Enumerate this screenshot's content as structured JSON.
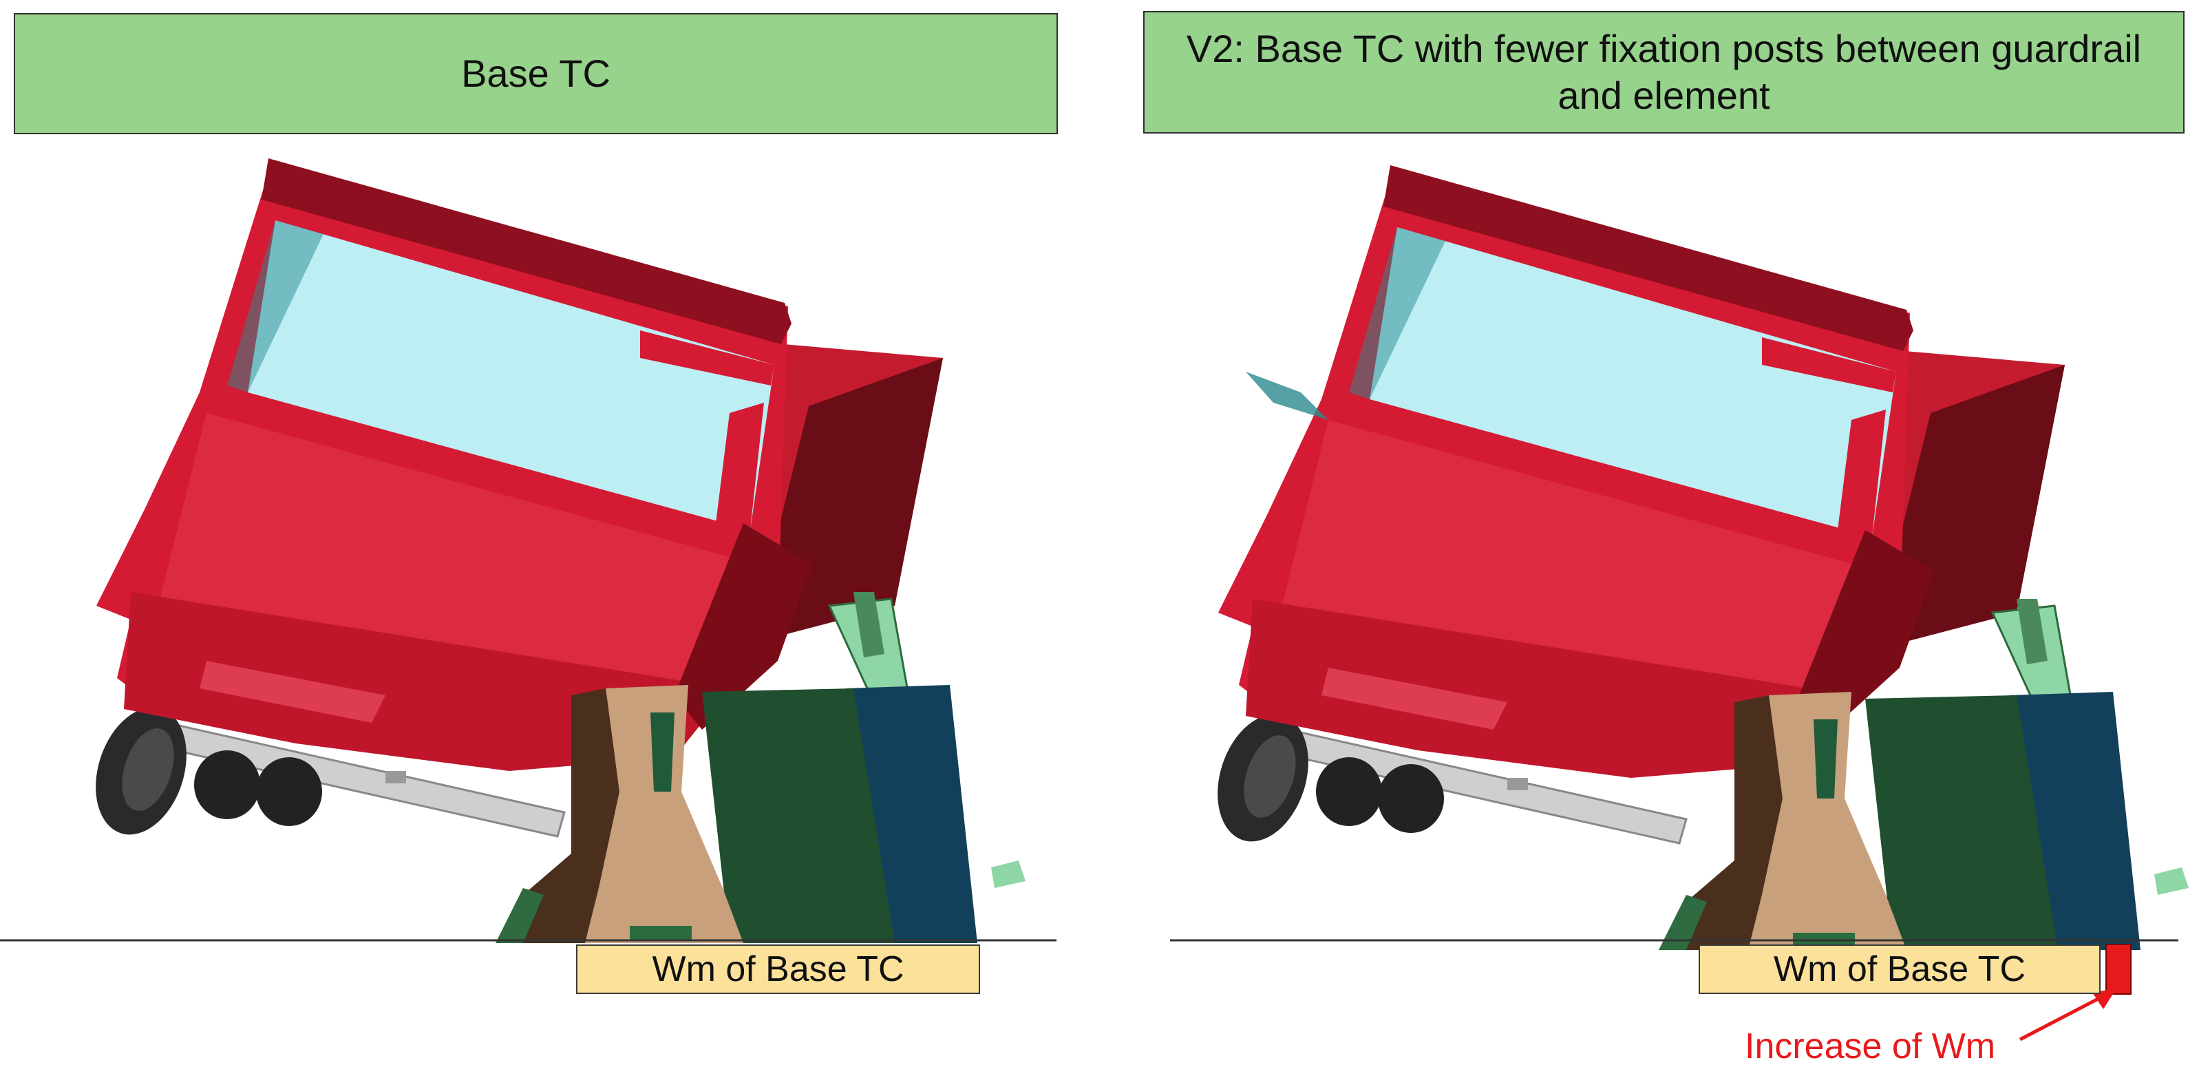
{
  "panels": {
    "left": {
      "title": "Base TC",
      "width_label": "Wm of Base TC"
    },
    "right": {
      "title": "V2: Base TC with fewer fixation posts between guardrail and element",
      "width_label": "Wm of Base TC"
    }
  },
  "annotation": {
    "text": "Increase of Wm",
    "color": "#e8191b"
  },
  "colors": {
    "header_fill": "#97d38c",
    "label_fill": "#fbe19a",
    "truck_red": "#d51a33",
    "truck_dark": "#6a0d16",
    "glass": "#bdeef4",
    "barrier_tan": "#c9a07c",
    "barrier_brown": "#4a2f1c",
    "barrier_green": "#1f4f2f",
    "barrier_blue": "#12405a",
    "light_green": "#8fd6a6"
  }
}
